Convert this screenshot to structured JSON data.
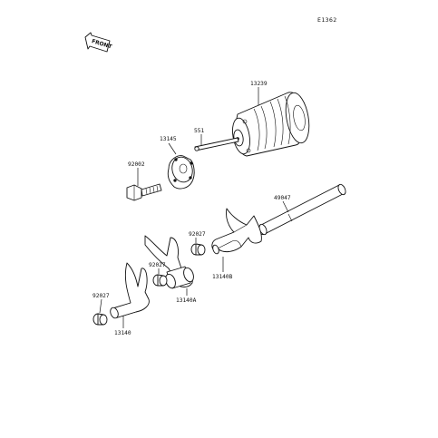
{
  "diagram": {
    "code": "E1362",
    "front_arrow": "FRONT",
    "labels": [
      {
        "id": "13239",
        "text": "13239"
      },
      {
        "id": "551",
        "text": "551"
      },
      {
        "id": "13145",
        "text": "13145"
      },
      {
        "id": "92002",
        "text": "92002"
      },
      {
        "id": "49047",
        "text": "49047"
      },
      {
        "id": "92027_a",
        "text": "92027"
      },
      {
        "id": "13140B",
        "text": "13140B"
      },
      {
        "id": "92027_b",
        "text": "92027"
      },
      {
        "id": "13140A",
        "text": "13140A"
      },
      {
        "id": "92027_c",
        "text": "92027"
      },
      {
        "id": "13140",
        "text": "13140"
      }
    ]
  }
}
